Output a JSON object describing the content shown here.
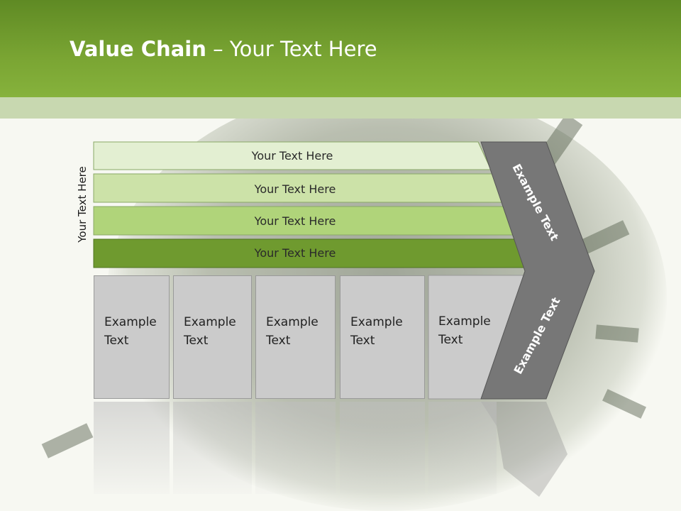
{
  "header": {
    "title_bold": "Value Chain",
    "title_rest": " – Your Text Here"
  },
  "side_label": "Your Text Here",
  "bands": [
    {
      "label": "Your Text Here"
    },
    {
      "label": "Your Text Here"
    },
    {
      "label": "Your Text Here"
    },
    {
      "label": "Your Text Here"
    }
  ],
  "boxes": [
    {
      "line1": "Example",
      "line2": "Text"
    },
    {
      "line1": "Example",
      "line2": "Text"
    },
    {
      "line1": "Example",
      "line2": "Text"
    },
    {
      "line1": "Example",
      "line2": "Text"
    },
    {
      "line1": "Example",
      "line2": "Text"
    }
  ],
  "arrows": {
    "upper_label": "Example Text",
    "lower_label": "Example Text"
  },
  "colors": {
    "header": "#7aa533",
    "band1": "#e3efd2",
    "band2": "#cce2a8",
    "band3": "#b0d47a",
    "band4": "#6f9a2f",
    "arrow": "#777777",
    "box": "#cbcbcb"
  }
}
